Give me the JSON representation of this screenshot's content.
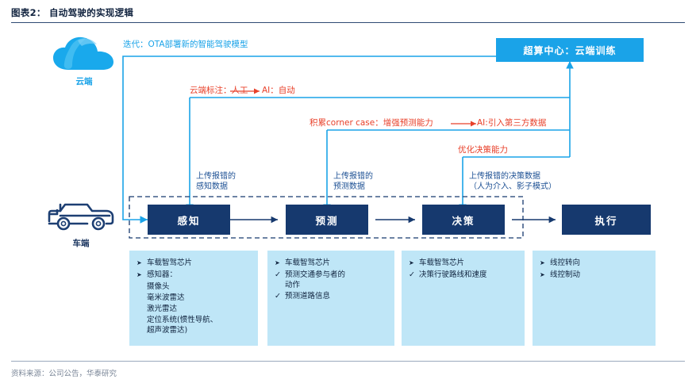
{
  "figure": {
    "title": "图表2： 自动驾驶的实现逻辑",
    "source": "资料来源：公司公告，华泰研究"
  },
  "icons": {
    "cloud": {
      "name": "cloud-icon",
      "label": "云端"
    },
    "car": {
      "name": "car-icon",
      "label": "车端"
    }
  },
  "nodes": {
    "hpc_center": "超算中心：云端训练",
    "stages": [
      {
        "label": "感知"
      },
      {
        "label": "预测"
      },
      {
        "label": "决策"
      },
      {
        "label": "执行"
      }
    ]
  },
  "flow_labels": {
    "ota": "迭代：OTA部署新的智能驾驶模型",
    "cloud_annotation_left": "云端标注：人工",
    "cloud_annotation_right": "AI：自动",
    "corner_case_left": "积累corner case：增强预测能力",
    "corner_case_right": "AI:引入第三方数据",
    "optimize_decision": "优化决策能力",
    "upload_perception": "上传报错的\n感知数据",
    "upload_prediction": "上传报错的\n预测数据",
    "upload_decision": "上传报错的决策数据\n（人为介入、影子模式）"
  },
  "detail_columns": [
    {
      "for_stage": "感知",
      "items": [
        {
          "bullet": "arrow",
          "text": "车载智驾芯片"
        },
        {
          "bullet": "arrow",
          "text": "感知器："
        },
        {
          "bullet": "none",
          "text": "摄像头"
        },
        {
          "bullet": "none",
          "text": "毫米波雷达"
        },
        {
          "bullet": "none",
          "text": "激光雷达"
        },
        {
          "bullet": "none",
          "text": "定位系统(惯性导航、"
        },
        {
          "bullet": "none",
          "text": "超声波雷达)"
        }
      ]
    },
    {
      "for_stage": "预测",
      "items": [
        {
          "bullet": "arrow",
          "text": "车载智驾芯片"
        },
        {
          "bullet": "check",
          "text": "预测交通参与者的\n动作"
        },
        {
          "bullet": "check",
          "text": "预测道路信息"
        }
      ]
    },
    {
      "for_stage": "决策",
      "items": [
        {
          "bullet": "arrow",
          "text": "车载智驾芯片"
        },
        {
          "bullet": "check",
          "text": "决策行驶路线和速度"
        }
      ]
    },
    {
      "for_stage": "执行",
      "items": [
        {
          "bullet": "arrow",
          "text": "线控转向"
        },
        {
          "bullet": "arrow",
          "text": "线控制动"
        }
      ]
    }
  ],
  "colors": {
    "navy": "#16396e",
    "bright_blue": "#1aa3e8",
    "light_blue": "#bfe6f7",
    "red": "#e8402a",
    "upload_text": "#1b4f93"
  }
}
